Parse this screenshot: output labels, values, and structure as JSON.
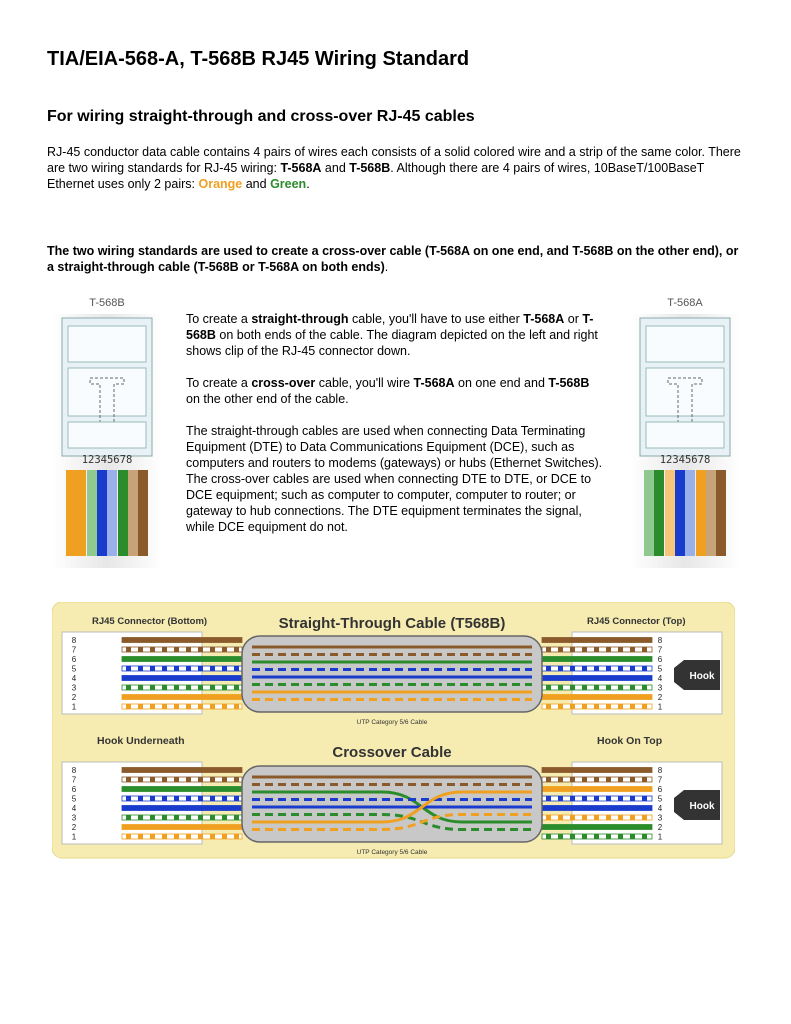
{
  "title": "TIA/EIA-568-A, T-568B RJ45 Wiring Standard",
  "subtitle": "For wiring straight-through and cross-over RJ-45 cables",
  "intro": {
    "p1": "RJ-45 conductor data cable contains 4 pairs of wires each consists of a solid colored wire and a strip of the same color. There are two wiring standards for RJ-45 wiring: ",
    "t568a": "T-568A",
    "and1": " and ",
    "t568b": "T-568B",
    "p2": ". Although there are 4 pairs of wires, 10BaseT/100BaseT Ethernet uses only 2 pairs: ",
    "orange": "Orange",
    "and2": " and ",
    "green": "Green",
    "end": "."
  },
  "bold_para": {
    "main": "The two wiring standards are used to create a cross-over cable (T-568A on one end, and T-568B on the other end), or a straight-through cable (T-568B or T-568A on both ends)",
    "end": "."
  },
  "straight": {
    "a": "To create a ",
    "b": "straight-through",
    "c": " cable, you'll have to use either ",
    "d": "T-568A",
    "e": " or ",
    "f": "T-568B",
    "g": " on both ends of the cable. The diagram depicted on the left and right shows clip of the RJ-45 connector down."
  },
  "cross": {
    "a": "To create a ",
    "b": "cross-over",
    "c": " cable, you'll wire ",
    "d": "T-568A",
    "e": " on one end and ",
    "f": "T-568B",
    "g": " on the other end of the cable."
  },
  "dte": "The straight-through cables are used when connecting Data Terminating Equipment (DTE) to Data Communications Equipment (DCE), such as computers and routers to modems (gateways) or hubs (Ethernet Switches). The cross-over cables are used when connecting DTE to DTE, or DCE to DCE equipment; such as computer to computer, computer to router; or gateway to hub connections. The DTE equipment terminates the signal, while DCE equipment do not.",
  "left_connector": {
    "label": "T-568B",
    "pins": "12345678"
  },
  "right_connector": {
    "label": "T-568A",
    "pins": "12345678"
  },
  "diagram": {
    "rj45_bottom": "RJ45 Connector (Bottom)",
    "straight_title": "Straight-Through Cable (T568B)",
    "rj45_top": "RJ45 Connector (Top)",
    "hook": "Hook",
    "utp": "UTP Category 5/6 Cable",
    "hook_underneath": "Hook Underneath",
    "crossover_title": "Crossover Cable",
    "hook_on_top": "Hook On Top",
    "hook2": "Hook",
    "utp2": "UTP Category 5/6 Cable",
    "pins_desc": [
      "8",
      "7",
      "6",
      "5",
      "4",
      "3",
      "2",
      "1"
    ]
  },
  "colors": {
    "orange": "#f0a020",
    "green": "#2b8c2b",
    "blue": "#1a3ccc",
    "brown": "#8b5a2b",
    "diagram_bg": "#f6ecb2"
  }
}
